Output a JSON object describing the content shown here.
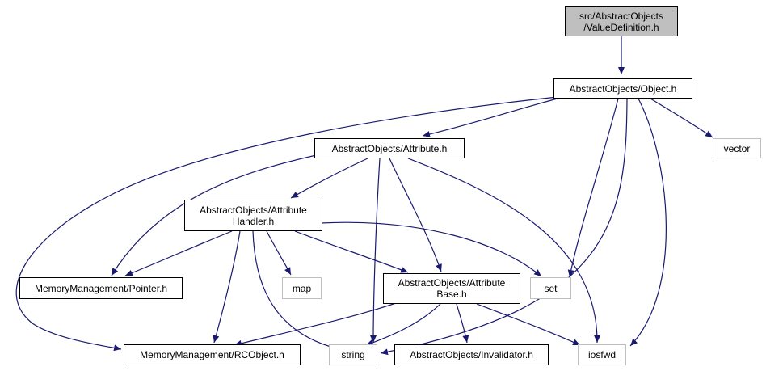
{
  "colors": {
    "edge": "#191970",
    "node_border": "#000000",
    "system_border": "#bfbfbf",
    "root_fill": "#bfbfbf"
  },
  "nodes": {
    "value_definition": {
      "lines": [
        "src/AbstractObjects",
        "/ValueDefinition.h"
      ]
    },
    "object": {
      "lines": [
        "AbstractObjects/Object.h"
      ]
    },
    "vector": {
      "lines": [
        "vector"
      ]
    },
    "attribute": {
      "lines": [
        "AbstractObjects/Attribute.h"
      ]
    },
    "attribute_handler": {
      "lines": [
        "AbstractObjects/Attribute",
        "Handler.h"
      ]
    },
    "pointer": {
      "lines": [
        "MemoryManagement/Pointer.h"
      ]
    },
    "map": {
      "lines": [
        "map"
      ]
    },
    "attribute_base": {
      "lines": [
        "AbstractObjects/Attribute",
        "Base.h"
      ]
    },
    "set": {
      "lines": [
        "set"
      ]
    },
    "rcobject": {
      "lines": [
        "MemoryManagement/RCObject.h"
      ]
    },
    "string": {
      "lines": [
        "string"
      ]
    },
    "invalidator": {
      "lines": [
        "AbstractObjects/Invalidator.h"
      ]
    },
    "iosfwd": {
      "lines": [
        "iosfwd"
      ]
    }
  },
  "edges": [
    [
      "value_definition",
      "object"
    ],
    [
      "object",
      "attribute"
    ],
    [
      "object",
      "vector"
    ],
    [
      "object",
      "set"
    ],
    [
      "object",
      "iosfwd"
    ],
    [
      "object",
      "string"
    ],
    [
      "object",
      "rcobject"
    ],
    [
      "attribute",
      "attribute_handler"
    ],
    [
      "attribute",
      "pointer"
    ],
    [
      "attribute",
      "string"
    ],
    [
      "attribute",
      "attribute_base"
    ],
    [
      "attribute",
      "iosfwd"
    ],
    [
      "attribute_handler",
      "pointer"
    ],
    [
      "attribute_handler",
      "map"
    ],
    [
      "attribute_handler",
      "attribute_base"
    ],
    [
      "attribute_handler",
      "set"
    ],
    [
      "attribute_handler",
      "rcobject"
    ],
    [
      "attribute_handler",
      "string"
    ],
    [
      "attribute_base",
      "rcobject"
    ],
    [
      "attribute_base",
      "string"
    ],
    [
      "attribute_base",
      "invalidator"
    ],
    [
      "attribute_base",
      "iosfwd"
    ]
  ]
}
